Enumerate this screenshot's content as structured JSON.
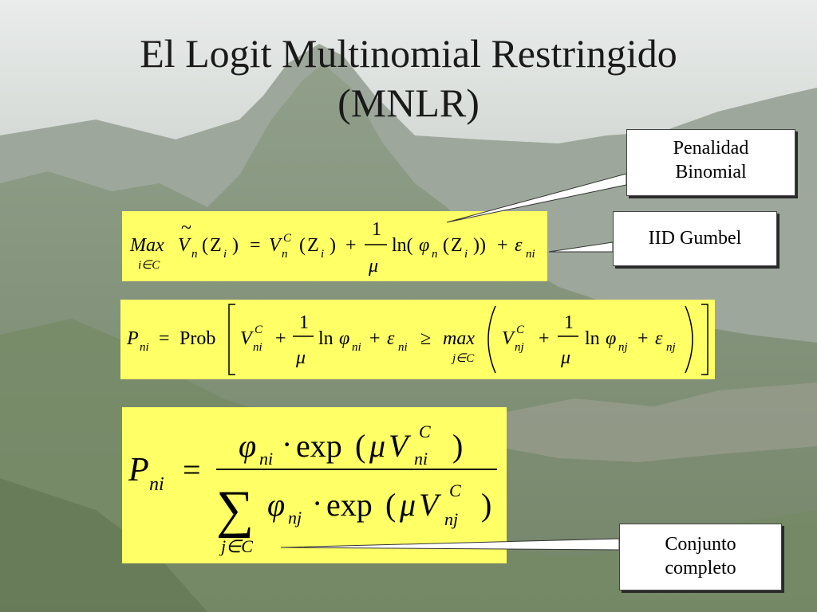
{
  "slide": {
    "title_line1": "El Logit Multinomial Restringido",
    "title_line2": "(MNLR)"
  },
  "colors": {
    "equation_box": "#ffff66",
    "callout_fill": "#ffffff"
  },
  "callouts": {
    "penalty": [
      "Penalidad",
      "Binomial"
    ],
    "gumbel": "IID Gumbel",
    "choice_set": [
      "Conjunto",
      "completo"
    ]
  },
  "eq1": {
    "max": "Max",
    "max_sub": "i∈C",
    "v": "V",
    "tilde": "~",
    "n": "n",
    "lp": "(",
    "z": "Z",
    "i": "i",
    "rp": ")",
    "eq": "=",
    "c": "C",
    "plus": "+",
    "one": "1",
    "mu": "μ",
    "ln_open": "ln(",
    "phi": "φ",
    "close2": "))",
    "eps": "ε",
    "ni": "ni"
  },
  "eq2": {
    "p": "P",
    "ni": "ni",
    "eq": "=",
    "prob": "Prob",
    "v": "V",
    "c": "C",
    "plus": "+",
    "one": "1",
    "mu": "μ",
    "ln": "ln",
    "phi": "φ",
    "eps": "ε",
    "geq": "≥",
    "max": "max",
    "max_sub": "j∈C",
    "nj": "nj"
  },
  "eq3": {
    "p": "P",
    "ni": "ni",
    "eq": "=",
    "phi": "φ",
    "dot": "·",
    "exp": "exp",
    "lp": "(",
    "mu": "μ",
    "v": "V",
    "c": "C",
    "rp": ")",
    "sum": "∑",
    "sum_sub": "j∈C",
    "nj": "nj"
  }
}
